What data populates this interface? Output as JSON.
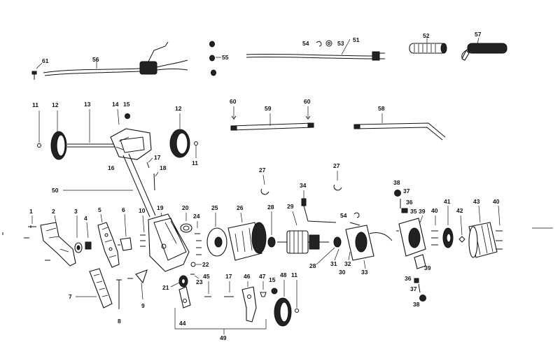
{
  "labels": {
    "p1": "1",
    "p2": "2",
    "p3": "3",
    "p4": "4",
    "p5": "5",
    "p6": "6",
    "p7": "7",
    "p8": "8",
    "p9": "9",
    "p10": "10",
    "p11a": "11",
    "p11b": "11",
    "p11c": "11",
    "p12a": "12",
    "p12b": "12",
    "p13": "13",
    "p14": "14",
    "p15a": "15",
    "p15b": "15",
    "p16": "16",
    "p17a": "17",
    "p17b": "17",
    "p18": "18",
    "p19": "19",
    "p20": "20",
    "p21": "21",
    "p22": "22",
    "p23": "23",
    "p24": "24",
    "p25": "25",
    "p26": "26",
    "p27a": "27",
    "p27b": "27",
    "p28a": "28",
    "p28b": "28",
    "p29": "29",
    "p30": "30",
    "p31": "31",
    "p32": "32",
    "p33": "33",
    "p34": "34",
    "p35": "35",
    "p36a": "36",
    "p36b": "36",
    "p37a": "37",
    "p37b": "37",
    "p38a": "38",
    "p38b": "38",
    "p39a": "39",
    "p39b": "39",
    "p40a": "40",
    "p40b": "40",
    "p41": "41",
    "p42": "42",
    "p43": "43",
    "p44": "44",
    "p45": "45",
    "p46": "46",
    "p47": "47",
    "p48": "48",
    "p49": "49",
    "p50": "50",
    "p51": "51",
    "p52": "52",
    "p53": "53",
    "p54a": "54",
    "p54b": "54",
    "p55": "55",
    "p56": "56",
    "p57": "57",
    "p58": "58",
    "p59": "59",
    "p60a": "60",
    "p60b": "60",
    "p61": "61"
  }
}
